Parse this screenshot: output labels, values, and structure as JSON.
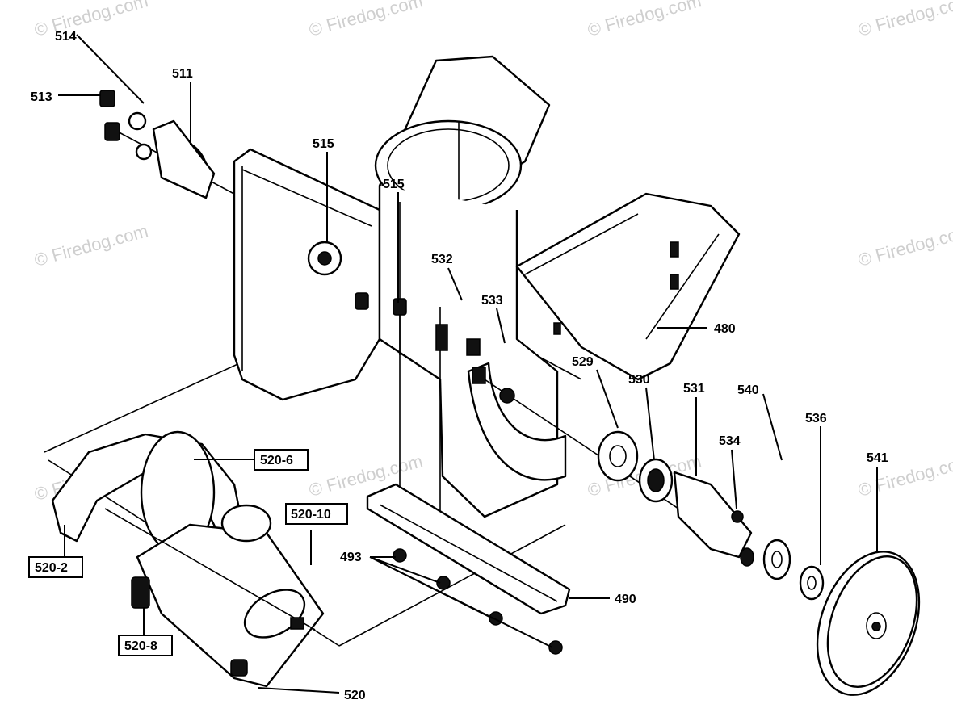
{
  "watermark": "© Firedog.com",
  "labels": {
    "p514": "514",
    "p513": "513",
    "p511": "511",
    "p515a": "515",
    "p515b": "515",
    "p532": "532",
    "p533": "533",
    "p480": "480",
    "p529": "529",
    "p530": "530",
    "p531": "531",
    "p534": "534",
    "p540": "540",
    "p536": "536",
    "p541": "541",
    "p520_6": "520-6",
    "p520_10": "520-10",
    "p520_2": "520-2",
    "p520_8": "520-8",
    "p493": "493",
    "p490": "490",
    "p520": "520"
  }
}
